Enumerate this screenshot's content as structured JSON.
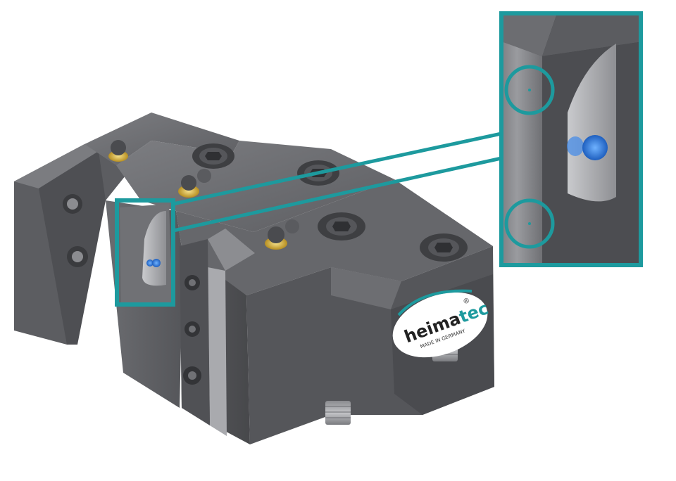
{
  "image": {
    "subject": "Steel tool holder with integrated coolant outlets, detail magnification inset",
    "accent_color": "#1d9a9e",
    "steel_dark": "#4b4c4f",
    "steel_mid": "#6a6b6f",
    "steel_light": "#8d8e92",
    "coolant_color": "#2f79d8"
  },
  "logo": {
    "brand_part1": "heima",
    "brand_part2": "tec",
    "registered_mark": "®",
    "tagline": "MADE IN GERMANY"
  }
}
